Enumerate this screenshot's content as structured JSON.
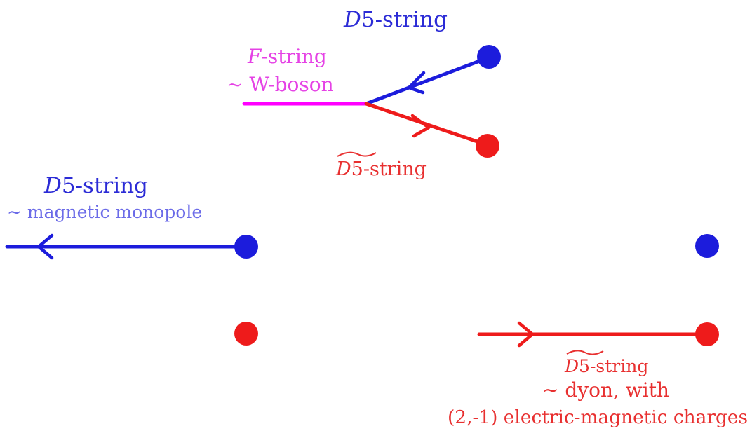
{
  "colors": {
    "d5": "#1c1cdc",
    "d5_label": "#2b2bd6",
    "monopole_label": "#6b6be8",
    "d5_tilde": "#ee1b1b",
    "d5_tilde_label": "#e83030",
    "f_string": "#ff00ff",
    "f_string_label": "#e542e5"
  },
  "labels": {
    "top_d5_letter": "D",
    "top_d5_suffix": "5-string",
    "fstring_letter": "F",
    "fstring_suffix": "-string",
    "wboson": "∼ W-boson",
    "top_d5tilde_letter": "D",
    "top_d5tilde_suffix": "5-string",
    "left_d5_letter": "D",
    "left_d5_suffix": "5-string",
    "monopole": "∼ magnetic monopole",
    "right_d5tilde_letter": "D",
    "right_d5tilde_suffix": "5-string",
    "dyon": "∼ dyon, with",
    "charges": "(2,-1) electric-magnetic charges"
  }
}
